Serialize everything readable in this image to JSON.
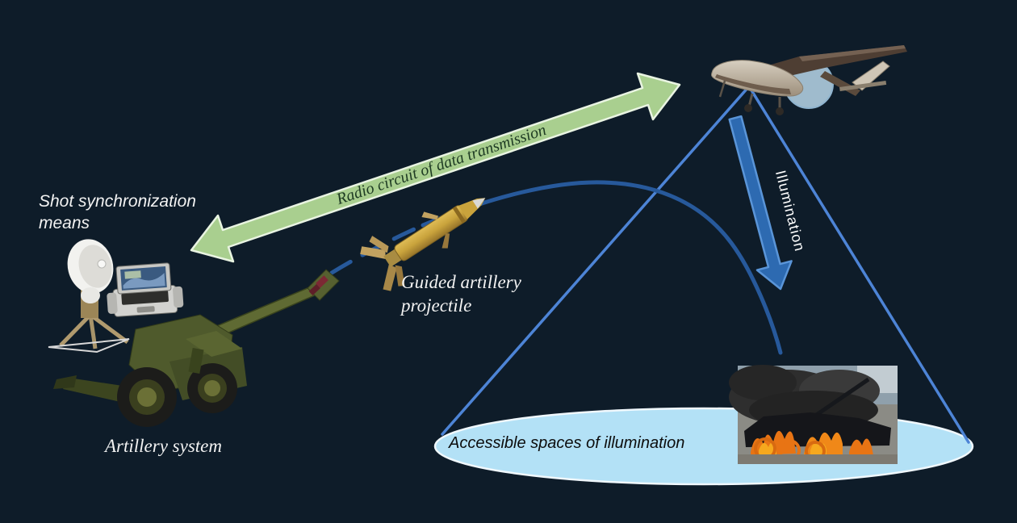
{
  "labels": {
    "shot_sync": "Shot synchronization\nmeans",
    "artillery_system": "Artillery system",
    "guided_projectile": "Guided artillery\nprojectile",
    "radio_circuit": "Radio circuit of data transmission",
    "illumination": "Illumination",
    "accessible_spaces": "Accessible spaces of illumination"
  },
  "colors": {
    "background": "#0e1c29",
    "data_link_arrow_fill": "#a9cf8f",
    "data_link_arrow_border": "#e9f4e2",
    "illumination_arrow_fill": "#2d6ab1",
    "illumination_arrow_border": "#5a95d8",
    "beam_line": "#4d84d6",
    "trajectory_line": "#27599b",
    "illumination_zone_fill": "#b3e1f6",
    "illumination_zone_border": "#f0f8fd",
    "label_text": "#f2f2f2",
    "radio_text": "#1d3a22",
    "zone_text": "#0d0d0d"
  },
  "icons": {
    "uav": "uav-drone-illustration",
    "howitzer": "howitzer-illustration",
    "radar": "radar-dish-illustration",
    "laptop": "rugged-laptop-illustration",
    "projectile": "guided-projectile-illustration",
    "target": "burning-target-photo"
  }
}
